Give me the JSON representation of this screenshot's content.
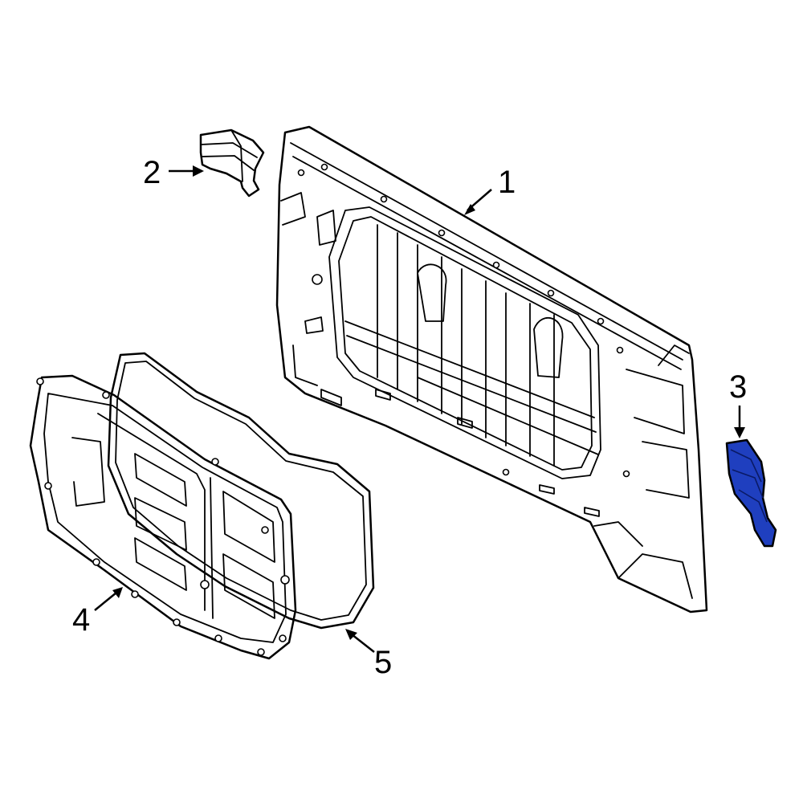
{
  "diagram": {
    "highlight_color": "#1f3fbf",
    "line_color": "#000000",
    "background_color": "#ffffff",
    "callouts": [
      {
        "id": "1",
        "label": "1",
        "part": "dash-panel"
      },
      {
        "id": "2",
        "label": "2",
        "part": "small-bracket"
      },
      {
        "id": "3",
        "label": "3",
        "part": "side-reinforcement"
      },
      {
        "id": "4",
        "label": "4",
        "part": "insulator-panel"
      },
      {
        "id": "5",
        "label": "5",
        "part": "panel-seal"
      }
    ]
  }
}
